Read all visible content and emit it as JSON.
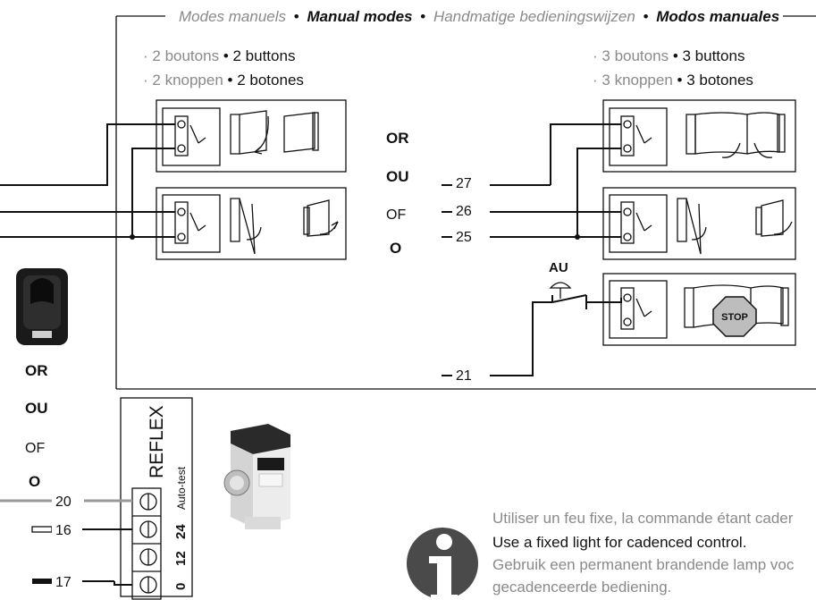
{
  "header": {
    "fr": "Modes manuels",
    "en": "Manual modes",
    "nl": "Handmatige bedieningswijzen",
    "es": "Modos manuales",
    "sep": "•"
  },
  "two_buttons": {
    "fr": "2 boutons",
    "en": "2 buttons",
    "nl": "2 knoppen",
    "es": "2 botones"
  },
  "three_buttons": {
    "fr": "3 boutons",
    "en": "3 buttons",
    "nl": "3 knoppen",
    "es": "3 botones"
  },
  "or_labels": [
    "OR",
    "OU",
    "OF",
    "O"
  ],
  "left_or_labels": [
    "OR",
    "OU",
    "OF",
    "O"
  ],
  "wires": {
    "w27": "27",
    "w26": "26",
    "w25": "25",
    "w21": "21",
    "w20": "20",
    "w16": "16",
    "w17": "17"
  },
  "au_label": "AU",
  "stop_label": "STOP",
  "reflex": {
    "title": "REFLEX",
    "autotest": "Auto-test",
    "terminals": [
      "24",
      "12",
      "0"
    ]
  },
  "info": {
    "fr": "Utiliser un feu fixe, la commande étant cader",
    "en": "Use a fixed light for cadenced control.",
    "nl1": "Gebruik een permanent brandende lamp voc",
    "nl2": "gecadenceerde bediening."
  },
  "colors": {
    "gray_text": "#8a8a8a",
    "black": "#111111",
    "stop_octagon": "#bdbdbd"
  }
}
